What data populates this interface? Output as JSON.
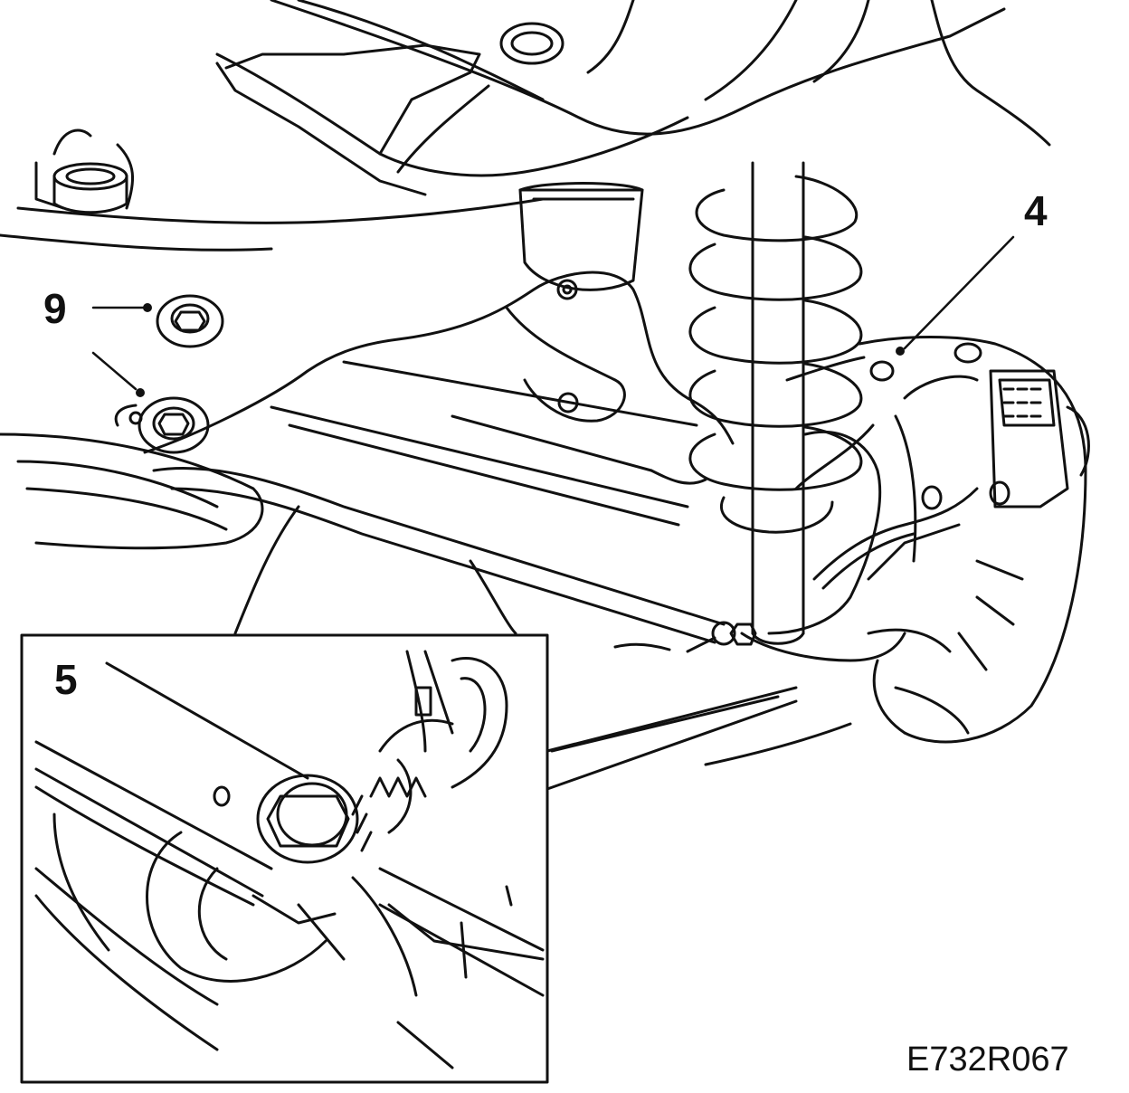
{
  "callouts": {
    "nine": "9",
    "four": "4",
    "five": "5"
  },
  "figure_code": "E732R067",
  "colors": {
    "line": "#111111",
    "background": "#ffffff"
  }
}
